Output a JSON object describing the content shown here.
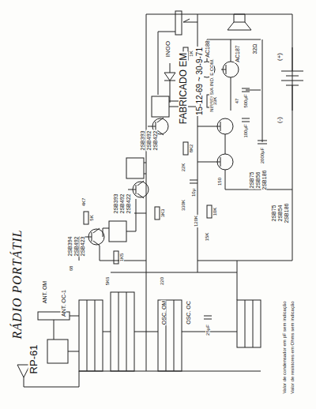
{
  "diagram": {
    "title": "RÁDIO PORTÁTIL",
    "labels": [
      "RP-61",
      "FABRICADO EM",
      "15-12-69 ~ 30-9-71",
      "NISSEI S/A IND. E COM.",
      "INGO",
      "2SB394",
      "2SB492",
      "2SB423",
      "2SB393",
      "2SB492",
      "2SB422",
      "2SB393",
      "2SB492",
      "2SB422",
      "AC188",
      "AC187",
      "2SB75",
      "2SB56",
      "2SB186",
      "2SB75",
      "2SB54",
      "2SB186",
      "(+)",
      "(-)",
      "32Ω",
      "500μF",
      "100μF",
      "2000μF",
      "10μ",
      "25μF",
      "1K",
      "8K2",
      "33K",
      "10K",
      "4K7",
      "5K",
      "1K5",
      "3K3",
      "22K",
      "15K",
      "120K",
      "330K",
      "47",
      "150",
      "220",
      "5K6",
      "68",
      "ANT. OM",
      "ANT. OC-1",
      "OSC. OM",
      "OSC. OC",
      "Valor de condensador em pF sem indicação",
      "Valor de resistores em Ohms sem indicação"
    ]
  }
}
